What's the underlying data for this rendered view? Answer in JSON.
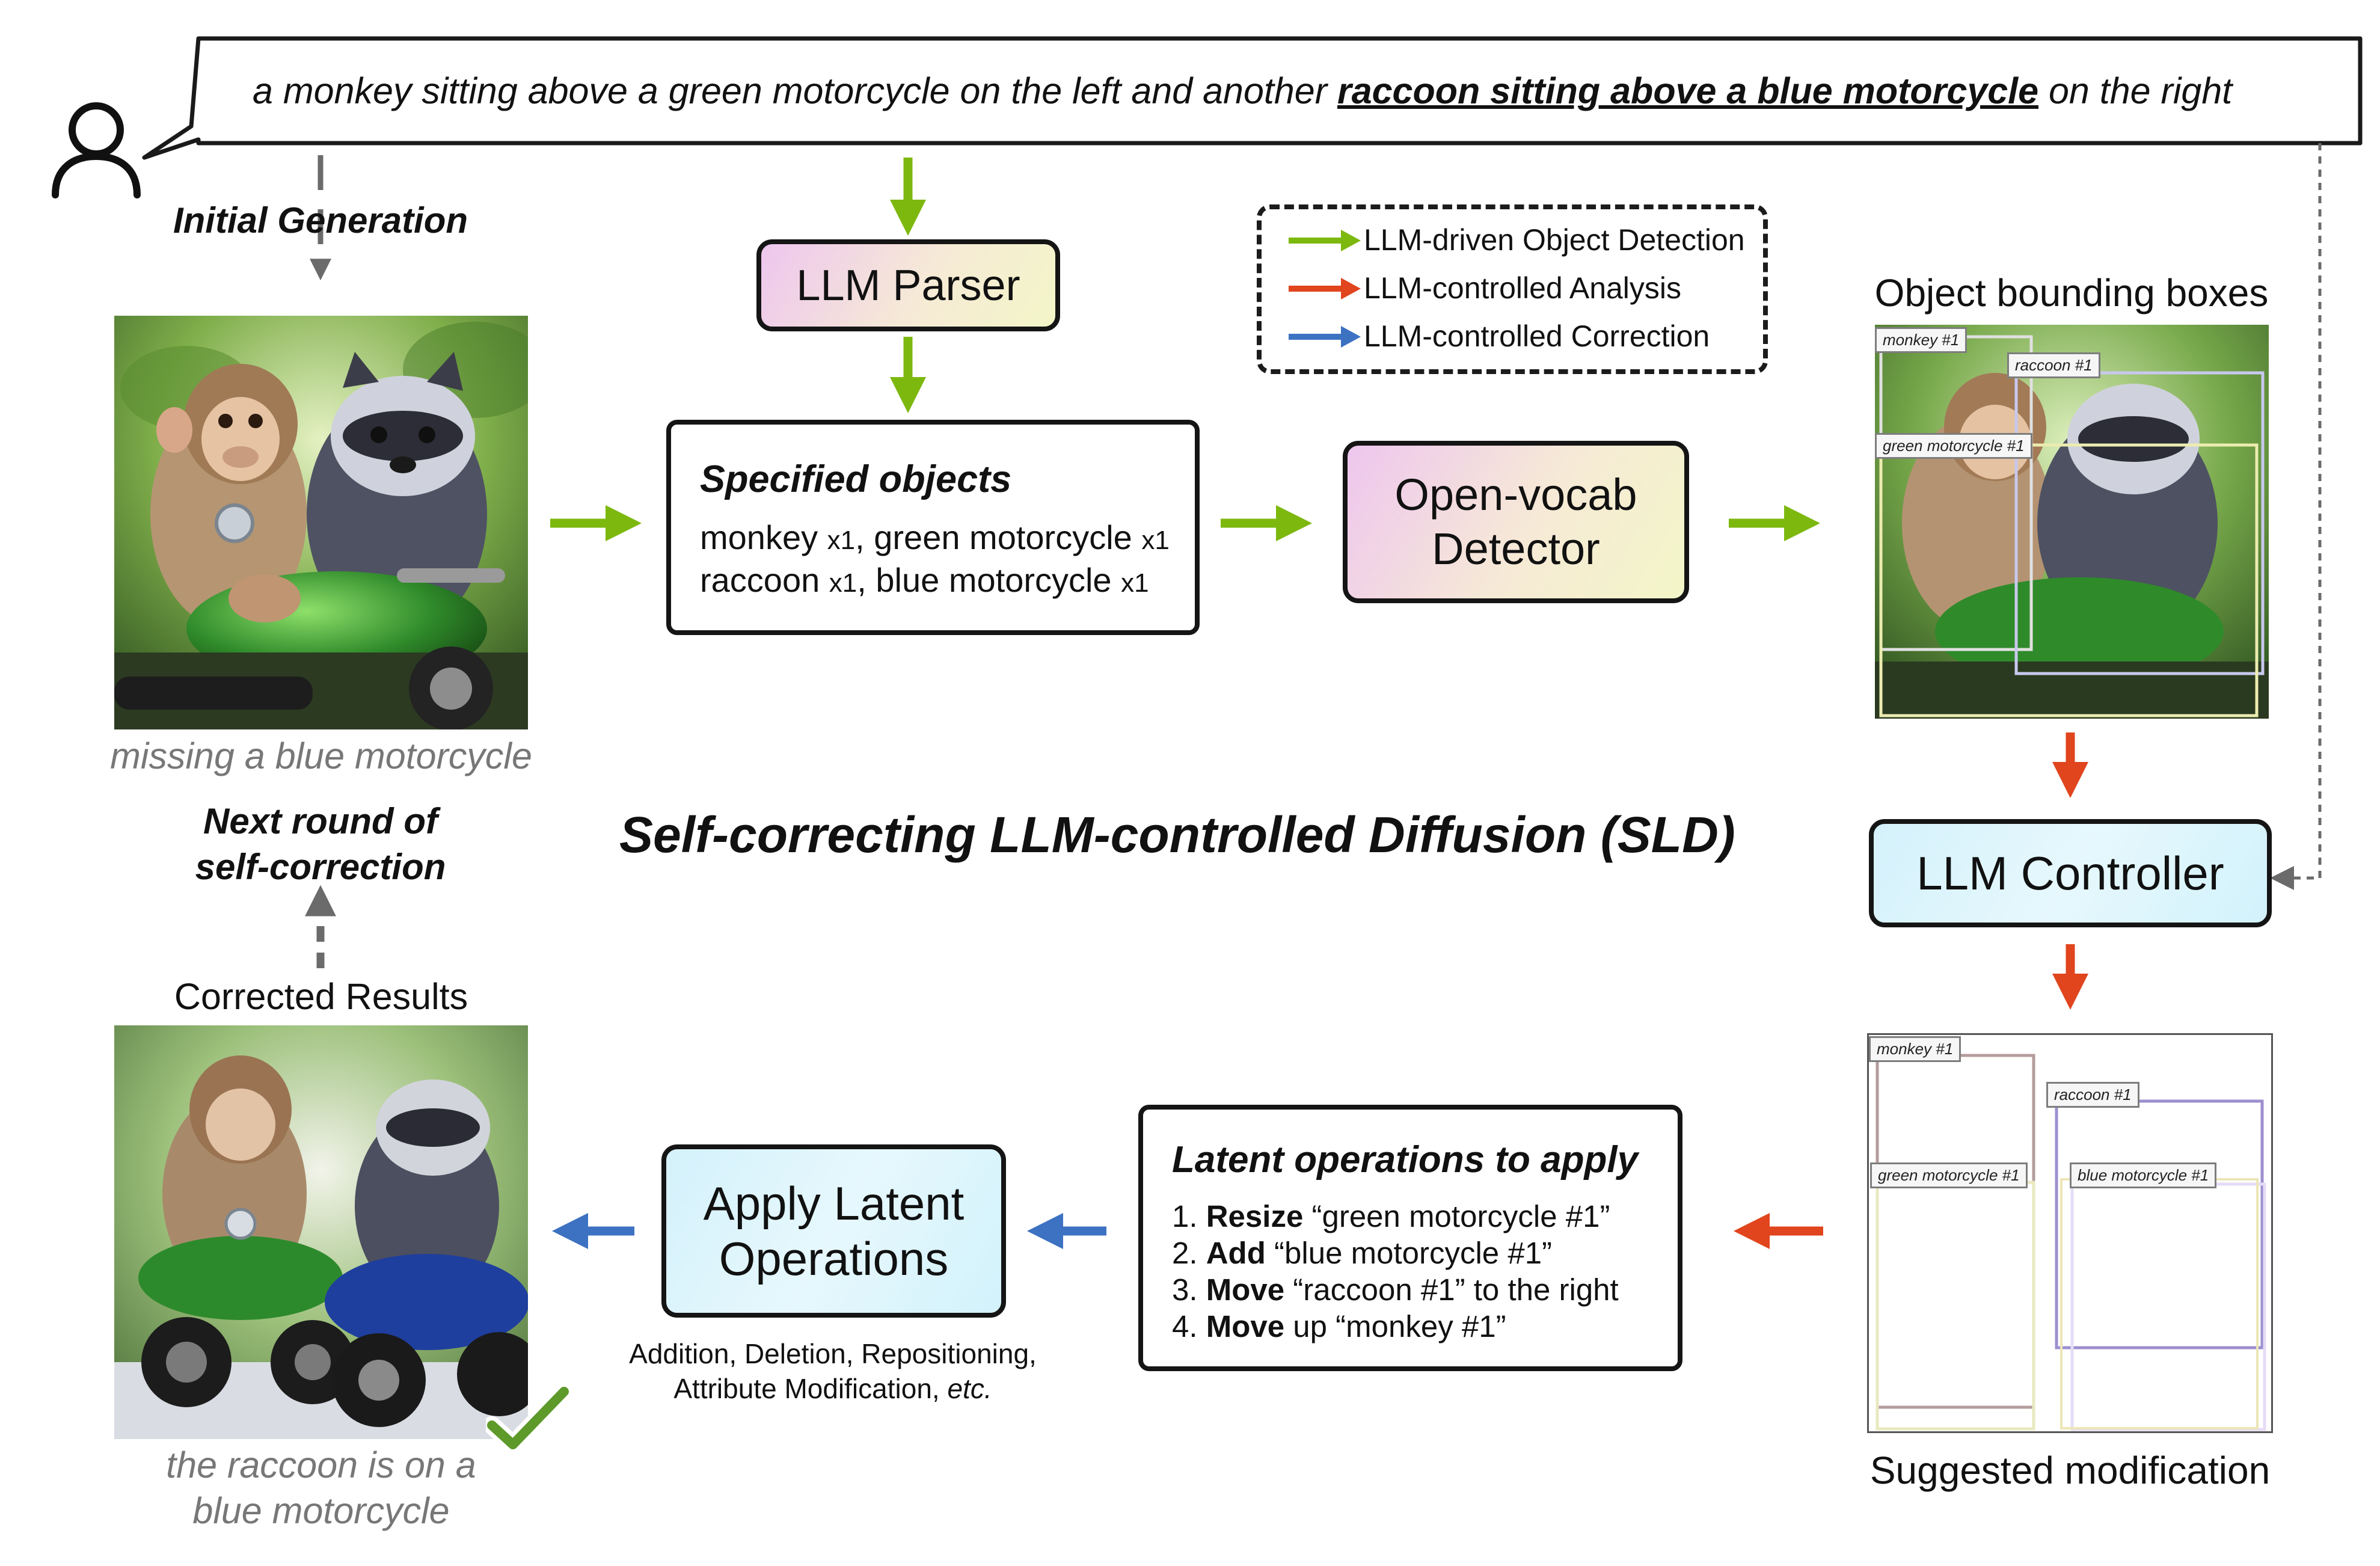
{
  "prompt": {
    "before": "a monkey sitting above a green motorcycle on the left and another ",
    "highlight": "raccoon sitting above a blue motorcycle",
    "after": " on the right"
  },
  "initial_generation": "Initial Generation",
  "llm_parser": "LLM Parser",
  "specified_objects": {
    "title": "Specified objects",
    "line1": [
      {
        "name": "monkey",
        "count": "x1"
      },
      {
        "name": "green motorcycle",
        "count": "x1"
      }
    ],
    "line2": [
      {
        "name": "raccoon",
        "count": "x1"
      },
      {
        "name": "blue motorcycle",
        "count": "x1"
      }
    ]
  },
  "detector": {
    "line1": "Open-vocab",
    "line2": "Detector"
  },
  "legend": [
    {
      "label": "LLM-driven Object Detection",
      "color": "#7db80f"
    },
    {
      "label": "LLM-controlled Analysis",
      "color": "#e0451e"
    },
    {
      "label": "LLM-controlled Correction",
      "color": "#3d72c2"
    }
  ],
  "bounding_boxes": {
    "title": "Object bounding boxes",
    "tags": [
      "monkey #1",
      "raccoon #1",
      "green motorcycle #1"
    ]
  },
  "initial_caption": "missing a blue motorcycle",
  "next_round": {
    "line1": "Next round of",
    "line2": "self-correction"
  },
  "main_title": "Self-correcting LLM-controlled Diffusion (SLD)",
  "llm_controller": "LLM Controller",
  "corrected_results": "Corrected Results",
  "apply_latent": {
    "line1": "Apply Latent",
    "line2": "Operations"
  },
  "apply_caption": {
    "line1": "Addition, Deletion, Repositioning,",
    "line2_main": "Attribute Modification, ",
    "line2_italic": "etc."
  },
  "latent_ops": {
    "title": "Latent operations to apply",
    "items": [
      {
        "num": "1.",
        "verb": "Resize",
        "rest": " “green motorcycle #1”"
      },
      {
        "num": "2.",
        "verb": "Add",
        "rest": " “blue motorcycle #1”"
      },
      {
        "num": "3.",
        "verb": "Move",
        "rest": " “raccoon #1” to the right"
      },
      {
        "num": "4.",
        "verb": "Move",
        "rest": " up “monkey #1”"
      }
    ]
  },
  "suggested": {
    "title": "Suggested modification",
    "tags": [
      "monkey #1",
      "raccoon #1",
      "green motorcycle #1",
      "blue motorcycle #1"
    ]
  },
  "final_caption": {
    "line1": "the raccoon is on a",
    "line2": "blue motorcycle"
  },
  "colors": {
    "green_arrow": "#7db80f",
    "red_arrow": "#e0451e",
    "blue_arrow": "#3d72c2",
    "gray_arrow": "#6b6b6b",
    "check": "#5d9a2a"
  },
  "icons": [
    "user-icon",
    "checkmark-icon"
  ]
}
